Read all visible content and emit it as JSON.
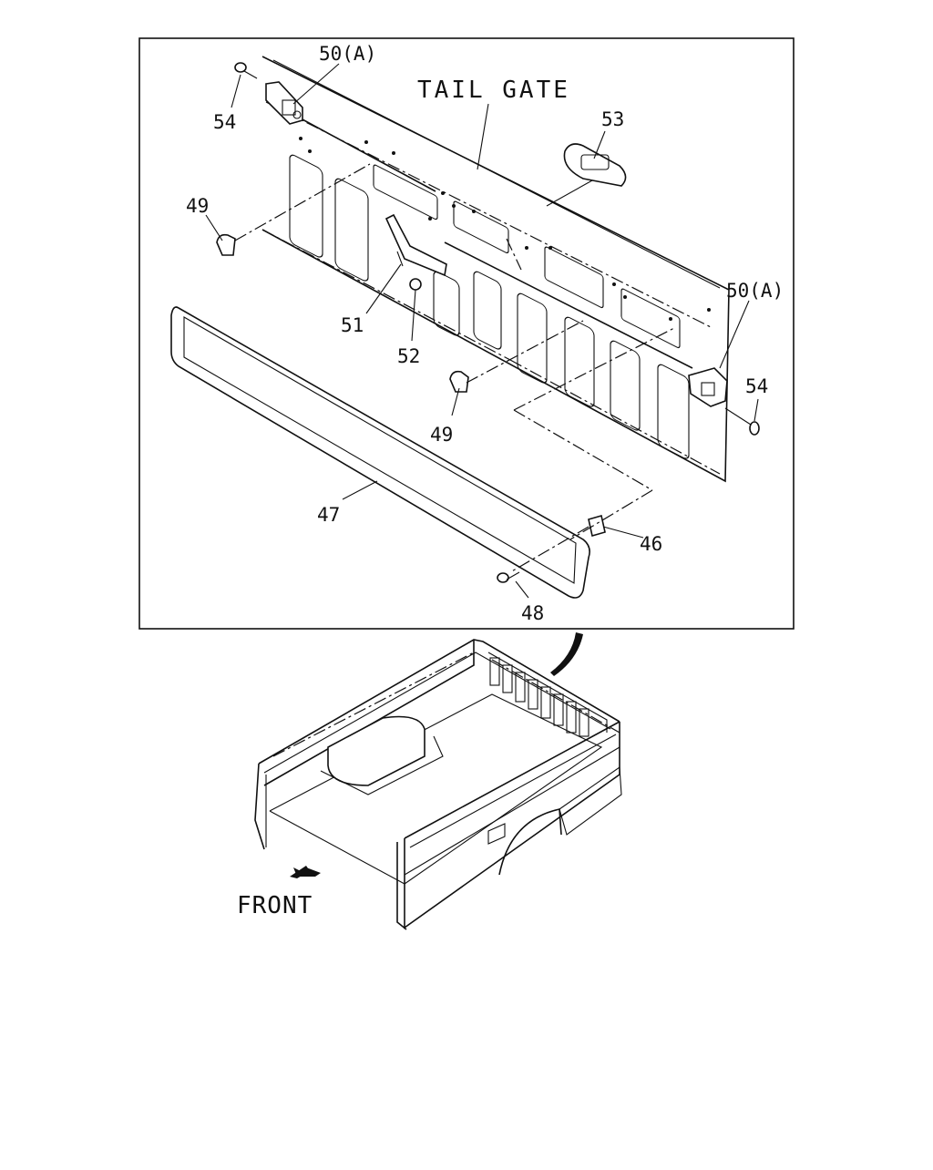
{
  "title": "TAIL GATE",
  "front_label": "FRONT",
  "callouts": {
    "c50a_top": "50(A)",
    "c54_top": "54",
    "c53": "53",
    "c49_left": "49",
    "c50a_right": "50(A)",
    "c54_right": "54",
    "c51": "51",
    "c52": "52",
    "c49_mid": "49",
    "c47": "47",
    "c46": "46",
    "c48": "48"
  }
}
